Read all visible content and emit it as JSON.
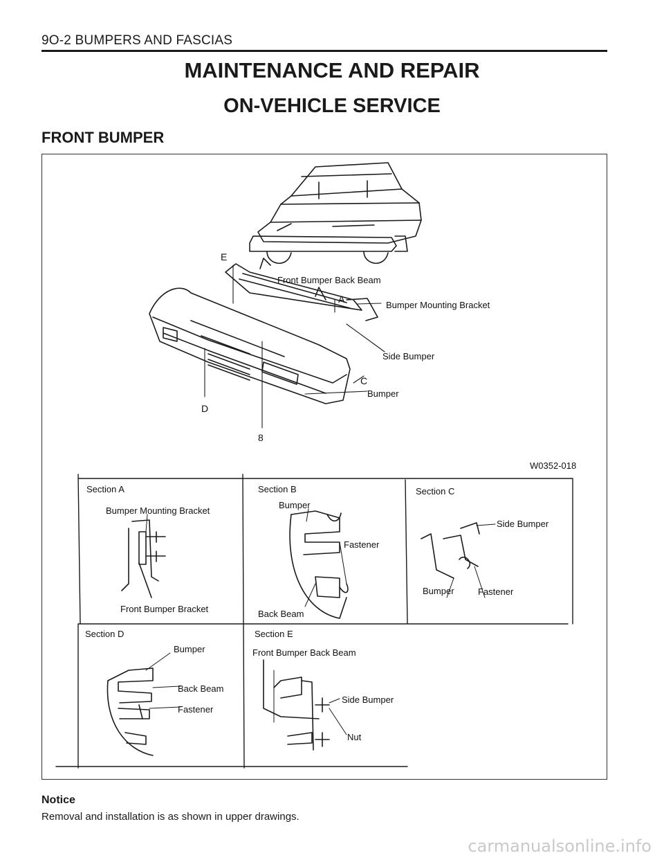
{
  "header": {
    "section_ref": "9O-2  BUMPERS AND FASCIAS"
  },
  "title": "MAINTENANCE AND REPAIR",
  "subtitle": "ON-VEHICLE SERVICE",
  "section_heading": "FRONT BUMPER",
  "figure": {
    "callouts": {
      "E": "E",
      "A": "A",
      "C": "C",
      "D": "D",
      "B": "8",
      "front_bumper_back_beam": "Front Bumper Back Beam",
      "bumper_mounting_bracket": "Bumper Mounting Bracket",
      "side_bumper": "Side Bumper",
      "bumper": "Bumper"
    },
    "figure_code": "W0352-018",
    "sections": {
      "a": {
        "title": "Section A",
        "labels": [
          "Bumper Mounting Bracket",
          "Front Bumper Bracket"
        ]
      },
      "b": {
        "title": "Section B",
        "labels": [
          "Bumper",
          "Fastener",
          "Back Beam"
        ]
      },
      "c": {
        "title": "Section C",
        "labels": [
          "Side Bumper",
          "Bumper",
          "Fastener"
        ]
      },
      "d": {
        "title": "Section D",
        "labels": [
          "Bumper",
          "Back Beam",
          "Fastener"
        ]
      },
      "e": {
        "title": "Section E",
        "labels": [
          "Front Bumper Back Beam",
          "Side Bumper",
          "Nut"
        ]
      }
    }
  },
  "notice": {
    "title": "Notice",
    "body": "Removal and installation is as shown in upper drawings."
  },
  "watermark": "carmanualsonline.info"
}
